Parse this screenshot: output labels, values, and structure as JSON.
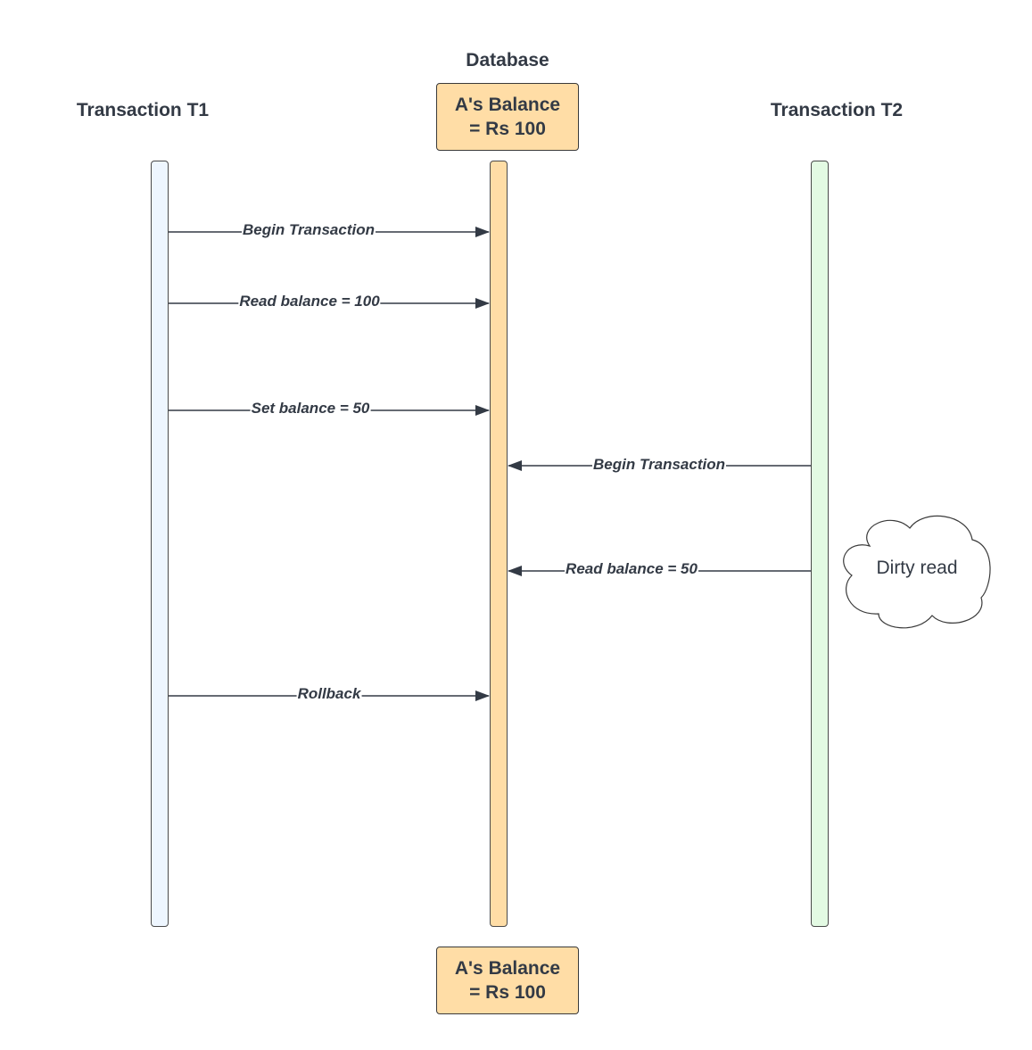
{
  "actors": {
    "t1_title": "Transaction T1",
    "db_title": "Database",
    "t2_title": "Transaction T2"
  },
  "db_state_top": {
    "line1": "A's Balance",
    "line2": "= Rs 100"
  },
  "db_state_bottom": {
    "line1": "A's Balance",
    "line2": "= Rs 100"
  },
  "messages": [
    {
      "from": "T1",
      "to": "Database",
      "label": "Begin Transaction"
    },
    {
      "from": "T1",
      "to": "Database",
      "label": "Read balance = 100"
    },
    {
      "from": "T1",
      "to": "Database",
      "label": "Set balance = 50"
    },
    {
      "from": "T2",
      "to": "Database",
      "label": "Begin Transaction"
    },
    {
      "from": "T2",
      "to": "Database",
      "label": "Read balance = 50"
    },
    {
      "from": "T1",
      "to": "Database",
      "label": "Rollback"
    }
  ],
  "annotation": {
    "cloud_text": "Dirty read"
  },
  "colors": {
    "t1_lifeline": "#eef6ff",
    "db_lifeline": "#ffdda6",
    "t2_lifeline": "#e3fae3",
    "db_box": "#ffdda6",
    "line": "#333a45"
  }
}
